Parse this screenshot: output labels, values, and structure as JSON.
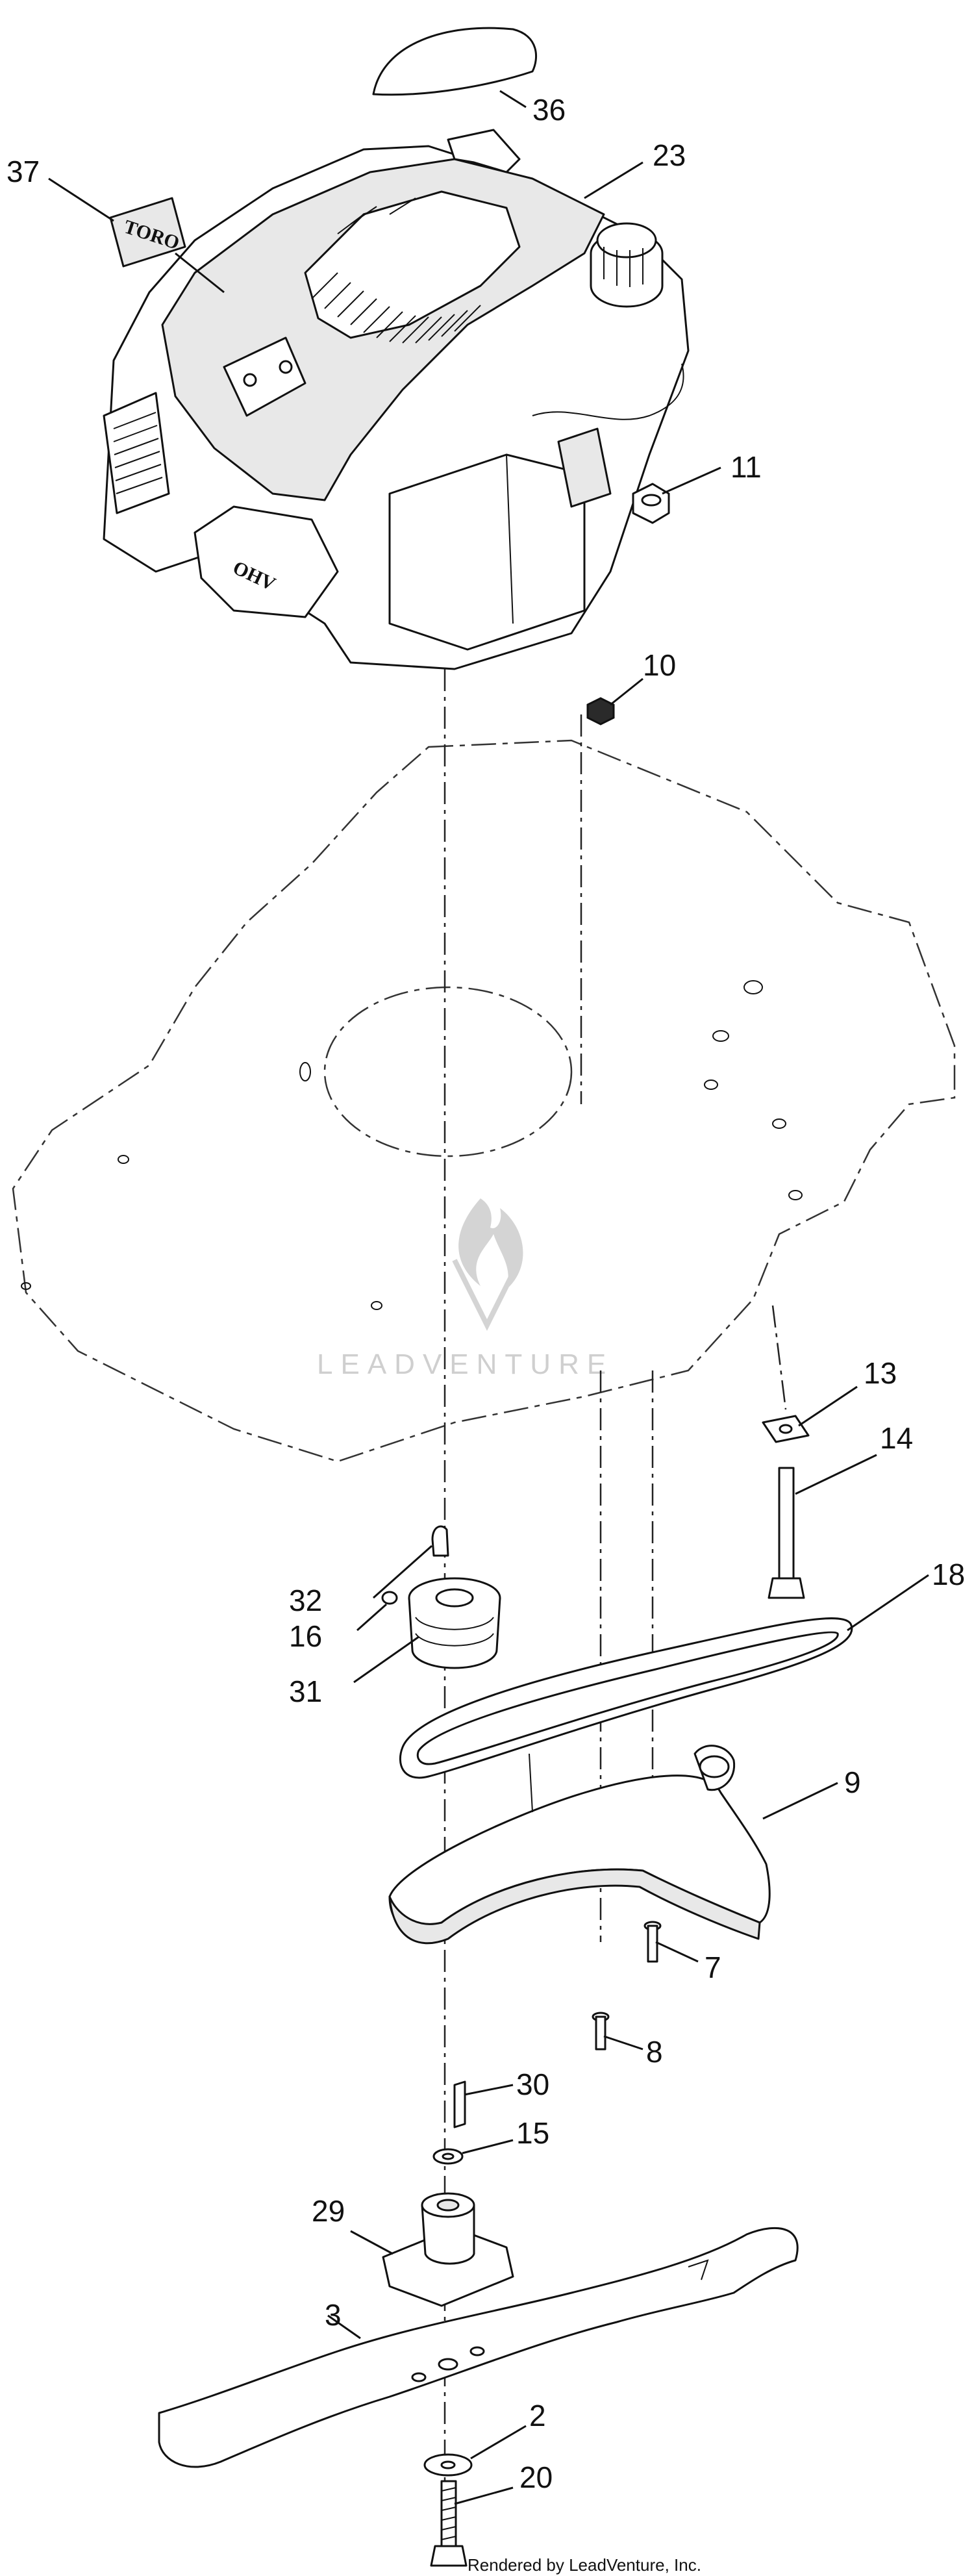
{
  "callouts": {
    "c36": "36",
    "c23": "23",
    "c37": "37",
    "c11": "11",
    "c10": "10",
    "c13": "13",
    "c14": "14",
    "c18": "18",
    "c32": "32",
    "c16": "16",
    "c31": "31",
    "c9": "9",
    "c7": "7",
    "c8": "8",
    "c30": "30",
    "c15": "15",
    "c29": "29",
    "c3": "3",
    "c2": "2",
    "c20": "20"
  },
  "engine": {
    "decal_text": "TORO",
    "ohv_text": "OHV"
  },
  "watermark": {
    "text": "LEADVENTURE"
  },
  "footer": {
    "credit": "Rendered by LeadVenture, Inc."
  }
}
